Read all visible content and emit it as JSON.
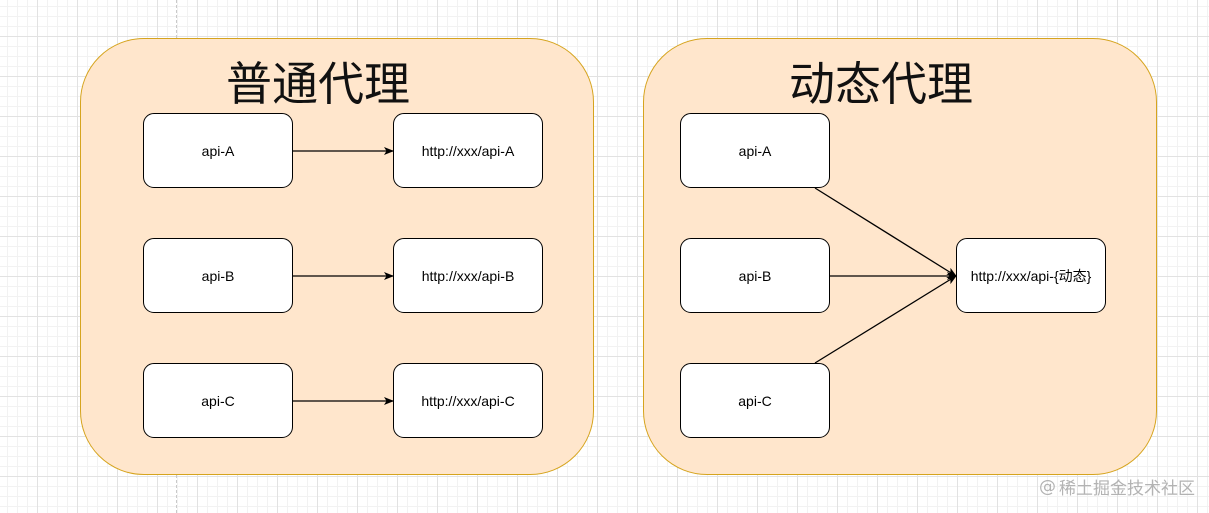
{
  "panels": [
    {
      "title": "普通代理",
      "sources": [
        "api-A",
        "api-B",
        "api-C"
      ],
      "targets": [
        "http://xxx/api-A",
        "http://xxx/api-B",
        "http://xxx/api-C"
      ]
    },
    {
      "title": "动态代理",
      "sources": [
        "api-A",
        "api-B",
        "api-C"
      ],
      "target": "http://xxx/api-{动态}"
    }
  ],
  "watermark": {
    "icon": "at-icon",
    "text": "稀土掘金技术社区"
  },
  "colors": {
    "panel_fill": "#ffe6cc",
    "panel_border": "#d6a41e",
    "node_fill": "#ffffff",
    "node_border": "#000000",
    "edge": "#000000"
  }
}
